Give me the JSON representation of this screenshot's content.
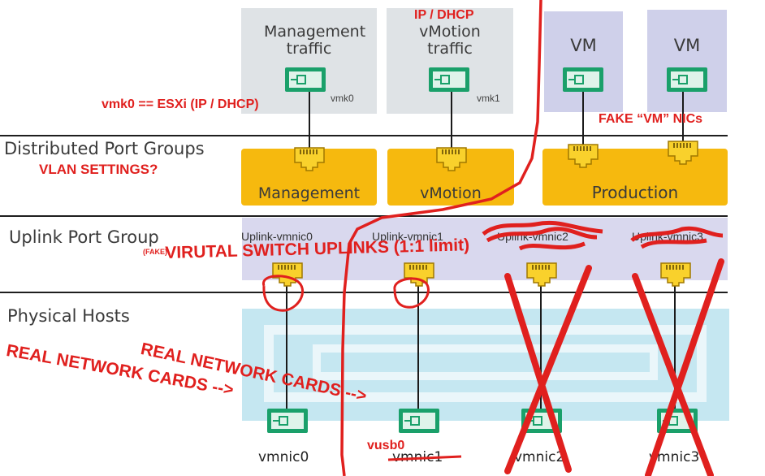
{
  "layers": {
    "distributed": "Distributed Port Groups",
    "uplink": "Uplink Port Group",
    "physical": "Physical Hosts"
  },
  "vmkernel": [
    {
      "title": "Management traffic",
      "interface": "vmk0"
    },
    {
      "title": "vMotion traffic",
      "interface": "vmk1"
    }
  ],
  "vms": [
    {
      "title": "VM"
    },
    {
      "title": "VM"
    }
  ],
  "port_groups": [
    "Management",
    "vMotion",
    "Production"
  ],
  "uplinks": [
    "Uplink-vmnic0",
    "Uplink-vmnic1",
    "Uplink-vmnic2",
    "Uplink-vmnic3"
  ],
  "vmnics": [
    "vmnic0",
    "vmnic1",
    "vmnic2",
    "vmnic3"
  ],
  "annotations": {
    "ip_dhcp": "IP / DHCP",
    "vmk0": "vmk0 == ESXi (IP / DHCP)",
    "fake_vm_nics": "FAKE “VM” NICs",
    "vlan_settings": "VLAN SETTINGS?",
    "fake": "(FAKE)",
    "virtual_switch_uplinks": "VIRUTAL SWITCH UPLINKS (1:1 limit)",
    "real_cards_1": "REAL NETWORK CARDS -->",
    "real_cards_2": "REAL NETWORK CARDS -->",
    "vusb0": "vusb0"
  },
  "colors": {
    "vmk_box": "#dfe3e6",
    "vm_box": "#cfd0ea",
    "port_group": "#f6b90e",
    "uplink_band": "#d9d8ee",
    "host_chassis": "#c5e7f1",
    "nic": "#1aa06a",
    "annotation": "#e0201e"
  }
}
